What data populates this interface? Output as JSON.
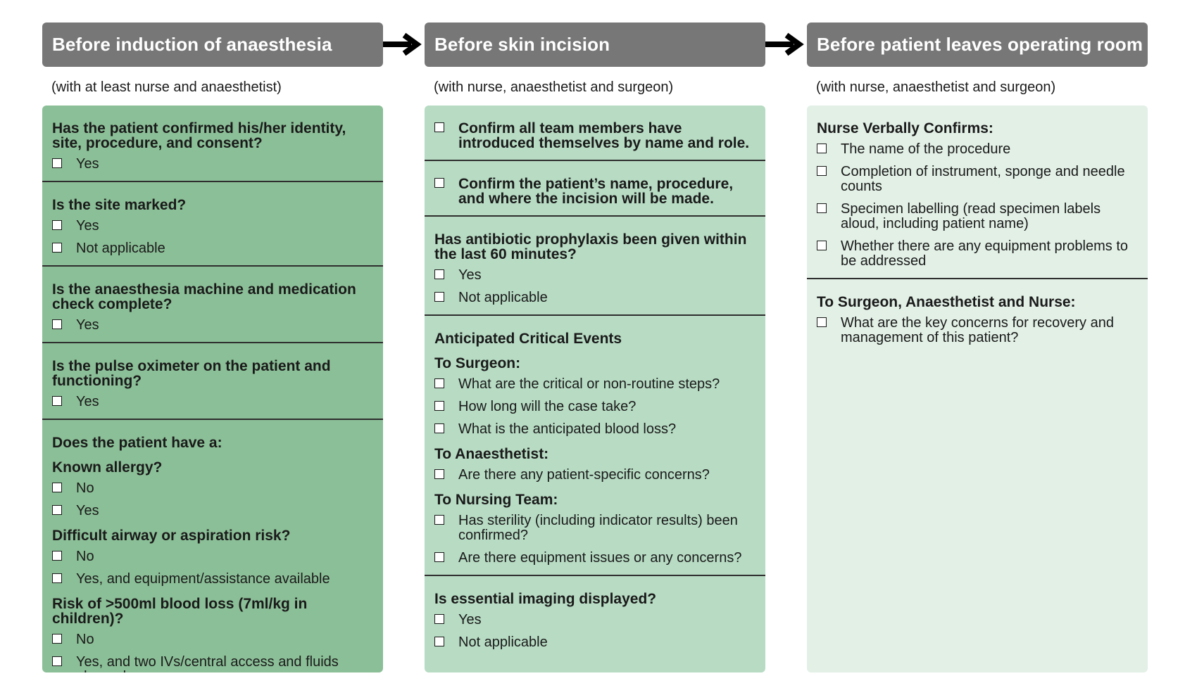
{
  "columns": [
    {
      "header": "Before induction of anaesthesia",
      "subtitle": "(with at least nurse and anaesthetist)",
      "sections": [
        {
          "question": "Has the patient confirmed his/her identity, site, procedure, and consent?",
          "options": [
            "Yes"
          ]
        },
        {
          "question": "Is the site marked?",
          "options": [
            "Yes",
            "Not applicable"
          ]
        },
        {
          "question": "Is the anaesthesia machine and medication check complete?",
          "options": [
            "Yes"
          ]
        },
        {
          "question": "Is the pulse oximeter on the patient and functioning?",
          "options": [
            "Yes"
          ]
        },
        {
          "question": "Does the patient have a:",
          "subsections": [
            {
              "title": "Known allergy?",
              "options": [
                "No",
                "Yes"
              ]
            },
            {
              "title": "Difficult airway or aspiration risk?",
              "options": [
                "No",
                "Yes, and equipment/assistance available"
              ]
            },
            {
              "title": "Risk of >500ml blood loss (7ml/kg in children)?",
              "options": [
                "No",
                "Yes, and two IVs/central access and fluids planned"
              ]
            }
          ]
        }
      ]
    },
    {
      "header": "Before skin incision",
      "subtitle": "(with nurse, anaesthetist and surgeon)",
      "sections": [
        {
          "items_bold": [
            "Confirm all team members have introduced themselves by name and role."
          ]
        },
        {
          "items_bold": [
            "Confirm the patient’s name, procedure, and where the incision will be made."
          ]
        },
        {
          "question": "Has antibiotic prophylaxis been given within the last 60 minutes?",
          "options": [
            "Yes",
            "Not applicable"
          ]
        },
        {
          "question": "Anticipated Critical Events",
          "subsections": [
            {
              "title": "To Surgeon:",
              "options": [
                "What are the critical or non-routine steps?",
                "How long will the case take?",
                "What is the anticipated blood loss?"
              ]
            },
            {
              "title": "To Anaesthetist:",
              "options": [
                "Are there any patient-specific concerns?"
              ]
            },
            {
              "title": "To Nursing Team:",
              "options": [
                "Has sterility (including indicator results) been confirmed?",
                "Are there equipment issues or any concerns?"
              ]
            }
          ]
        },
        {
          "question": "Is essential imaging displayed?",
          "options": [
            "Yes",
            "Not applicable"
          ]
        }
      ]
    },
    {
      "header": "Before patient leaves operating room",
      "subtitle": "(with nurse, anaesthetist and surgeon)",
      "sections": [
        {
          "question": "Nurse Verbally Confirms:",
          "options": [
            "The name of the procedure",
            "Completion of instrument, sponge and needle counts",
            "Specimen labelling (read specimen labels aloud, including patient name)",
            "Whether there are any equipment problems to be addressed"
          ]
        },
        {
          "question": "To Surgeon, Anaesthetist and Nurse:",
          "options": [
            "What are the key concerns for recovery and management of this patient?"
          ]
        }
      ]
    }
  ],
  "colors": {
    "header": "#777777",
    "panel1": "#8bbf97",
    "panel2": "#b7dbc3",
    "panel3": "#e2f0e6"
  },
  "icons": {
    "arrow": "right-arrow-icon",
    "checkbox": "checkbox-icon"
  }
}
